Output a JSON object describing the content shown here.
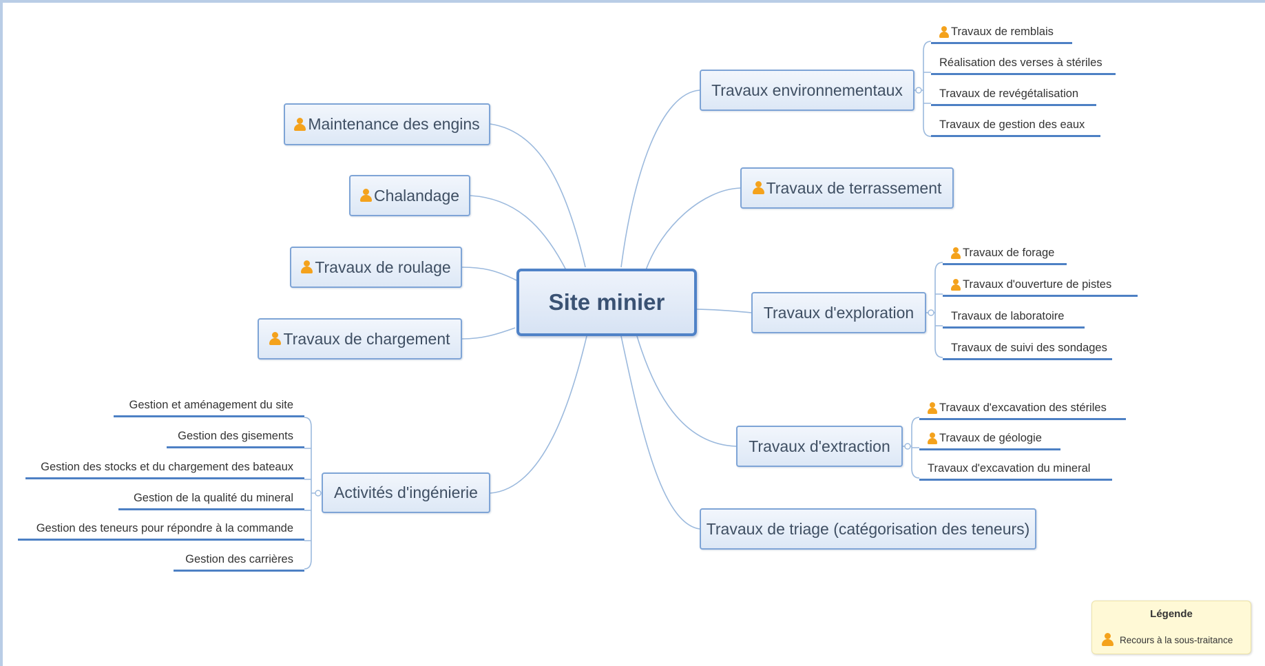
{
  "central": "Site minier",
  "left_topics": [
    {
      "label": "Maintenance des engins",
      "icon": "person-icon"
    },
    {
      "label": "Chalandage",
      "icon": "person-icon"
    },
    {
      "label": "Travaux de roulage",
      "icon": "person-icon"
    },
    {
      "label": "Travaux de chargement",
      "icon": "person-icon"
    },
    {
      "label": "Activités d'ingénierie",
      "icon": null,
      "subtopics": [
        "Gestion et aménagement du site",
        "Gestion des gisements",
        "Gestion des stocks et du chargement des bateaux",
        "Gestion de la qualité du mineral",
        "Gestion des teneurs pour répondre à la commande",
        "Gestion des carrières"
      ]
    }
  ],
  "right_topics": [
    {
      "label": "Travaux environnementaux",
      "icon": null,
      "subtopics": [
        {
          "label": "Travaux de remblais",
          "icon": "person-icon"
        },
        {
          "label": "Réalisation des verses à stériles",
          "icon": null
        },
        {
          "label": "Travaux de revégétalisation",
          "icon": null
        },
        {
          "label": "Travaux de gestion des eaux",
          "icon": null
        }
      ]
    },
    {
      "label": "Travaux de terrassement",
      "icon": "person-icon"
    },
    {
      "label": "Travaux d'exploration",
      "icon": null,
      "subtopics": [
        {
          "label": "Travaux de forage",
          "icon": "person-icon"
        },
        {
          "label": "Travaux d'ouverture de pistes",
          "icon": "person-icon"
        },
        {
          "label": "Travaux de laboratoire",
          "icon": null
        },
        {
          "label": "Travaux de suivi des sondages",
          "icon": null
        }
      ]
    },
    {
      "label": "Travaux d'extraction",
      "icon": null,
      "subtopics": [
        {
          "label": "Travaux d'excavation des stériles",
          "icon": "person-icon"
        },
        {
          "label": "Travaux de géologie",
          "icon": "person-icon"
        },
        {
          "label": "Travaux d'excavation du mineral",
          "icon": null
        }
      ]
    },
    {
      "label": "Travaux de triage (catégorisation des teneurs)",
      "icon": null
    }
  ],
  "legend": {
    "title": "Légende",
    "item": "Recours à la sous-traitance",
    "icon": "person-icon"
  },
  "colors": {
    "topic_border": "#7ea4d6",
    "central_border": "#4f82c7",
    "subtopic_line": "#4d80c4",
    "connector": "#9bb9dd",
    "person_icon": "#f4a21c",
    "legend_bg": "#fff9d6"
  }
}
